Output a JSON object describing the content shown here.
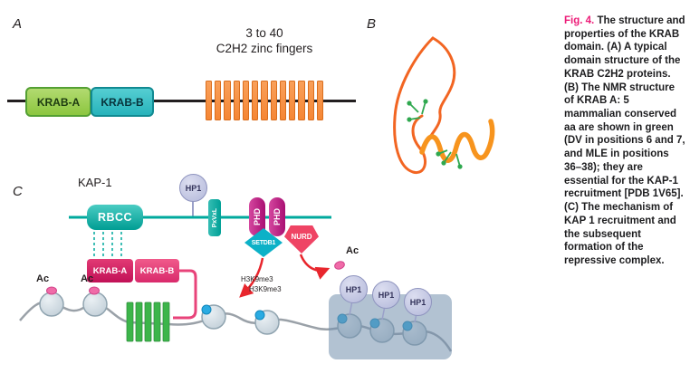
{
  "figure": {
    "panel_a": {
      "label": "A",
      "zinc_caption": [
        "3 to 40",
        "C2H2 zinc fingers"
      ],
      "krab_a": "KRAB-A",
      "krab_b": "KRAB-B"
    },
    "panel_b": {
      "label": "B"
    },
    "panel_c": {
      "label": "C",
      "kap1": "KAP-1",
      "hp1": "HP1",
      "rbcc": "RBCC",
      "pxvxl": "PxVxL",
      "phd": "PHD",
      "setdb1": "SETDB1",
      "nurd": "NURD",
      "krab_a": "KRAB-A",
      "krab_b": "KRAB-B",
      "ac": "Ac",
      "h3k9me3": "H3K9me3"
    },
    "caption": {
      "fig_label": "Fig. 4.",
      "text": "The structure and properties of the KRAB domain. (A) A typical domain structure of the KRAB C2H2 proteins. (B) The NMR structure of KRAB A: 5 mammalian conserved aa are shown in green (DV in positions 6 and 7, and MLE in positions 36–38); they are essential for the KAP-1 recruitment [PDB 1V65]. (C) The mechanism of KAP 1 recruitment and the subsequent formation of the repressive complex."
    }
  },
  "colors": {
    "krab_a_green": "#8cc63f",
    "krab_b_teal": "#27b3bb",
    "zinc_finger_orange": "#f58634",
    "scaffold_teal": "#00a99d",
    "phd_magenta": "#c6168d",
    "setdb1_cyan": "#0cb1c7",
    "nurd_pink": "#ef4464",
    "krab_crimson": "#d6185e",
    "hp1_lavender": "#b9bedd",
    "nucleosome_gray": "#c2cfd8",
    "h3k9me3_cyan": "#2aabe2",
    "ac_pink": "#f06ba8",
    "arrow_red": "#e8262d",
    "complex_box_blue": "#7290ad",
    "fig_label_magenta": "#ed1c78",
    "ribbon_orange": "#f26522",
    "residue_green": "#2fa84f"
  }
}
